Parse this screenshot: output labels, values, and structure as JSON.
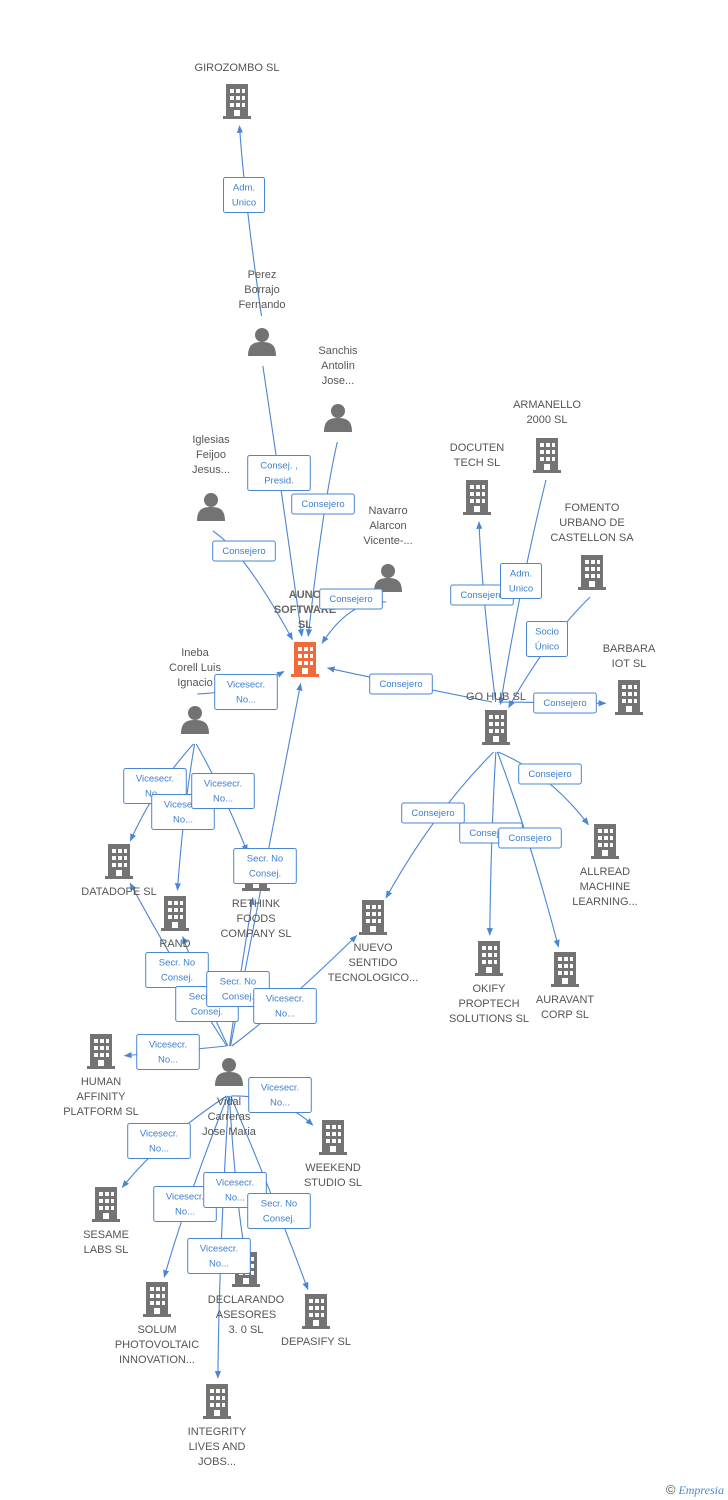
{
  "colors": {
    "company": "#737373",
    "main_company": "#f06a3a",
    "person": "#737373",
    "edge": "#4a86d4"
  },
  "footer": {
    "copyright": "©",
    "brand": "Empresia"
  },
  "nodes": [
    {
      "id": "girozombo",
      "type": "company",
      "lines": [
        "GIROZOMBO SL"
      ]
    },
    {
      "id": "perez",
      "type": "person",
      "lines": [
        "Perez",
        "Borrajo",
        "Fernando"
      ]
    },
    {
      "id": "sanchis",
      "type": "person",
      "lines": [
        "Sanchis",
        "Antolin",
        "Jose..."
      ]
    },
    {
      "id": "iglesias",
      "type": "person",
      "lines": [
        "Iglesias",
        "Feijoo",
        "Jesus..."
      ]
    },
    {
      "id": "navarro",
      "type": "person",
      "lines": [
        "Navarro",
        "Alarcon",
        "Vicente-..."
      ]
    },
    {
      "id": "auno",
      "type": "main",
      "lines": [
        "AUNO",
        "SOFTWARE",
        "SL"
      ]
    },
    {
      "id": "ineba",
      "type": "person",
      "lines": [
        "Ineba",
        "Corell Luis",
        "Ignacio"
      ]
    },
    {
      "id": "armanello",
      "type": "company",
      "lines": [
        "ARMANELLO",
        "2000 SL"
      ]
    },
    {
      "id": "docuten",
      "type": "company",
      "lines": [
        "DOCUTEN",
        "TECH  SL"
      ]
    },
    {
      "id": "fomento",
      "type": "company",
      "lines": [
        "FOMENTO",
        "URBANO DE",
        "CASTELLON SA"
      ]
    },
    {
      "id": "barbara",
      "type": "company",
      "lines": [
        "BARBARA",
        "IOT  SL"
      ]
    },
    {
      "id": "gohub",
      "type": "company",
      "lines": [
        "GO HUB  SL"
      ]
    },
    {
      "id": "allread",
      "type": "company",
      "lines": [
        "ALLREAD",
        "MACHINE",
        "LEARNING..."
      ]
    },
    {
      "id": "datadope",
      "type": "company",
      "lines": [
        "DATADOPE  SL"
      ]
    },
    {
      "id": "rand",
      "type": "company",
      "lines": [
        "RAND",
        "PR...              L"
      ]
    },
    {
      "id": "rethink",
      "type": "company",
      "lines": [
        "RETHINK",
        "FOODS",
        "COMPANY  SL"
      ]
    },
    {
      "id": "nuevo",
      "type": "company",
      "lines": [
        "NUEVO",
        "SENTIDO",
        "TECNOLOGICO..."
      ]
    },
    {
      "id": "okify",
      "type": "company",
      "lines": [
        "OKIFY",
        "PROPTECH",
        "SOLUTIONS  SL"
      ]
    },
    {
      "id": "auravant",
      "type": "company",
      "lines": [
        "AURAVANT",
        "CORP  SL"
      ]
    },
    {
      "id": "human",
      "type": "company",
      "lines": [
        "HUMAN",
        "AFFINITY",
        "PLATFORM  SL"
      ]
    },
    {
      "id": "vidal",
      "type": "person",
      "lines": [
        "Vidal",
        "Carreras",
        "Jose Maria"
      ]
    },
    {
      "id": "weekend",
      "type": "company",
      "lines": [
        "WEEKEND",
        "STUDIO  SL"
      ]
    },
    {
      "id": "sesame",
      "type": "company",
      "lines": [
        "SESAME",
        "LABS  SL"
      ]
    },
    {
      "id": "solum",
      "type": "company",
      "lines": [
        "SOLUM",
        "PHOTOVOLTAIC",
        "INNOVATION..."
      ]
    },
    {
      "id": "declarando",
      "type": "company",
      "lines": [
        "DECLARANDO",
        "ASESORES",
        "3. 0  SL"
      ]
    },
    {
      "id": "depasify",
      "type": "company",
      "lines": [
        "DEPASIFY  SL"
      ]
    },
    {
      "id": "integrity",
      "type": "company",
      "lines": [
        "INTEGRITY",
        "LIVES AND",
        "JOBS..."
      ]
    }
  ],
  "edges": [
    {
      "from": "perez",
      "to": "girozombo",
      "lines": [
        "Adm.",
        "Unico"
      ]
    },
    {
      "from": "perez",
      "to": "auno",
      "lines": [
        "Consej. ,",
        "Presid."
      ]
    },
    {
      "from": "sanchis",
      "to": "auno",
      "lines": [
        "Consejero"
      ]
    },
    {
      "from": "iglesias",
      "to": "auno",
      "lines": [
        "Consejero"
      ]
    },
    {
      "from": "navarro",
      "to": "auno",
      "lines": [
        "Consejero"
      ]
    },
    {
      "from": "gohub",
      "to": "auno",
      "lines": [
        "Consejero"
      ]
    },
    {
      "from": "ineba",
      "to": "auno",
      "lines": [
        "Vicesecr.",
        "No..."
      ]
    },
    {
      "from": "gohub",
      "to": "docuten",
      "lines": [
        "Consejero"
      ]
    },
    {
      "from": "armanello",
      "to": "gohub",
      "lines": [
        "Adm.",
        "Unico"
      ]
    },
    {
      "from": "fomento",
      "to": "gohub",
      "lines": [
        "Socio",
        "Único"
      ]
    },
    {
      "from": "gohub",
      "to": "barbara",
      "lines": [
        "Consejero"
      ]
    },
    {
      "from": "gohub",
      "to": "allread",
      "lines": [
        "Consejero"
      ]
    },
    {
      "from": "gohub",
      "to": "nuevo",
      "lines": [
        "Consejero"
      ]
    },
    {
      "from": "gohub",
      "to": "okify",
      "lines": [
        "Consejero"
      ]
    },
    {
      "from": "gohub",
      "to": "auravant",
      "lines": [
        "Consejero"
      ]
    },
    {
      "from": "ineba",
      "to": "datadope",
      "lines": [
        "Vicesecr.",
        "No..."
      ]
    },
    {
      "from": "ineba",
      "to": "rand",
      "lines": [
        "Vicesecr.",
        "No..."
      ]
    },
    {
      "from": "ineba",
      "to": "rethink",
      "lines": [
        "Vicesecr.",
        "No..."
      ]
    },
    {
      "from": "vidal",
      "to": "auno",
      "lines": [
        "Secr.  No",
        "Consej."
      ]
    },
    {
      "from": "vidal",
      "to": "datadope",
      "lines": [
        "Secr.  No",
        "Consej."
      ]
    },
    {
      "from": "vidal",
      "to": "rand",
      "lines": [
        "Secr.  No",
        "Consej."
      ]
    },
    {
      "from": "vidal",
      "to": "rethink",
      "lines": [
        "Secr.  No",
        "Consej."
      ]
    },
    {
      "from": "vidal",
      "to": "nuevo",
      "lines": [
        "Vicesecr.",
        "No..."
      ]
    },
    {
      "from": "vidal",
      "to": "human",
      "lines": [
        "Vicesecr.",
        "No..."
      ]
    },
    {
      "from": "vidal",
      "to": "weekend",
      "lines": [
        "Vicesecr.",
        "No..."
      ]
    },
    {
      "from": "vidal",
      "to": "sesame",
      "lines": [
        "Vicesecr.",
        "No..."
      ]
    },
    {
      "from": "vidal",
      "to": "solum",
      "lines": [
        "Vicesecr.",
        "No..."
      ]
    },
    {
      "from": "vidal",
      "to": "declarando",
      "lines": [
        "Vicesecr.",
        "No..."
      ]
    },
    {
      "from": "vidal",
      "to": "depasify",
      "lines": [
        "Secr.  No",
        "Consej."
      ]
    },
    {
      "from": "vidal",
      "to": "integrity",
      "lines": [
        "Vicesecr.",
        "No..."
      ]
    }
  ]
}
